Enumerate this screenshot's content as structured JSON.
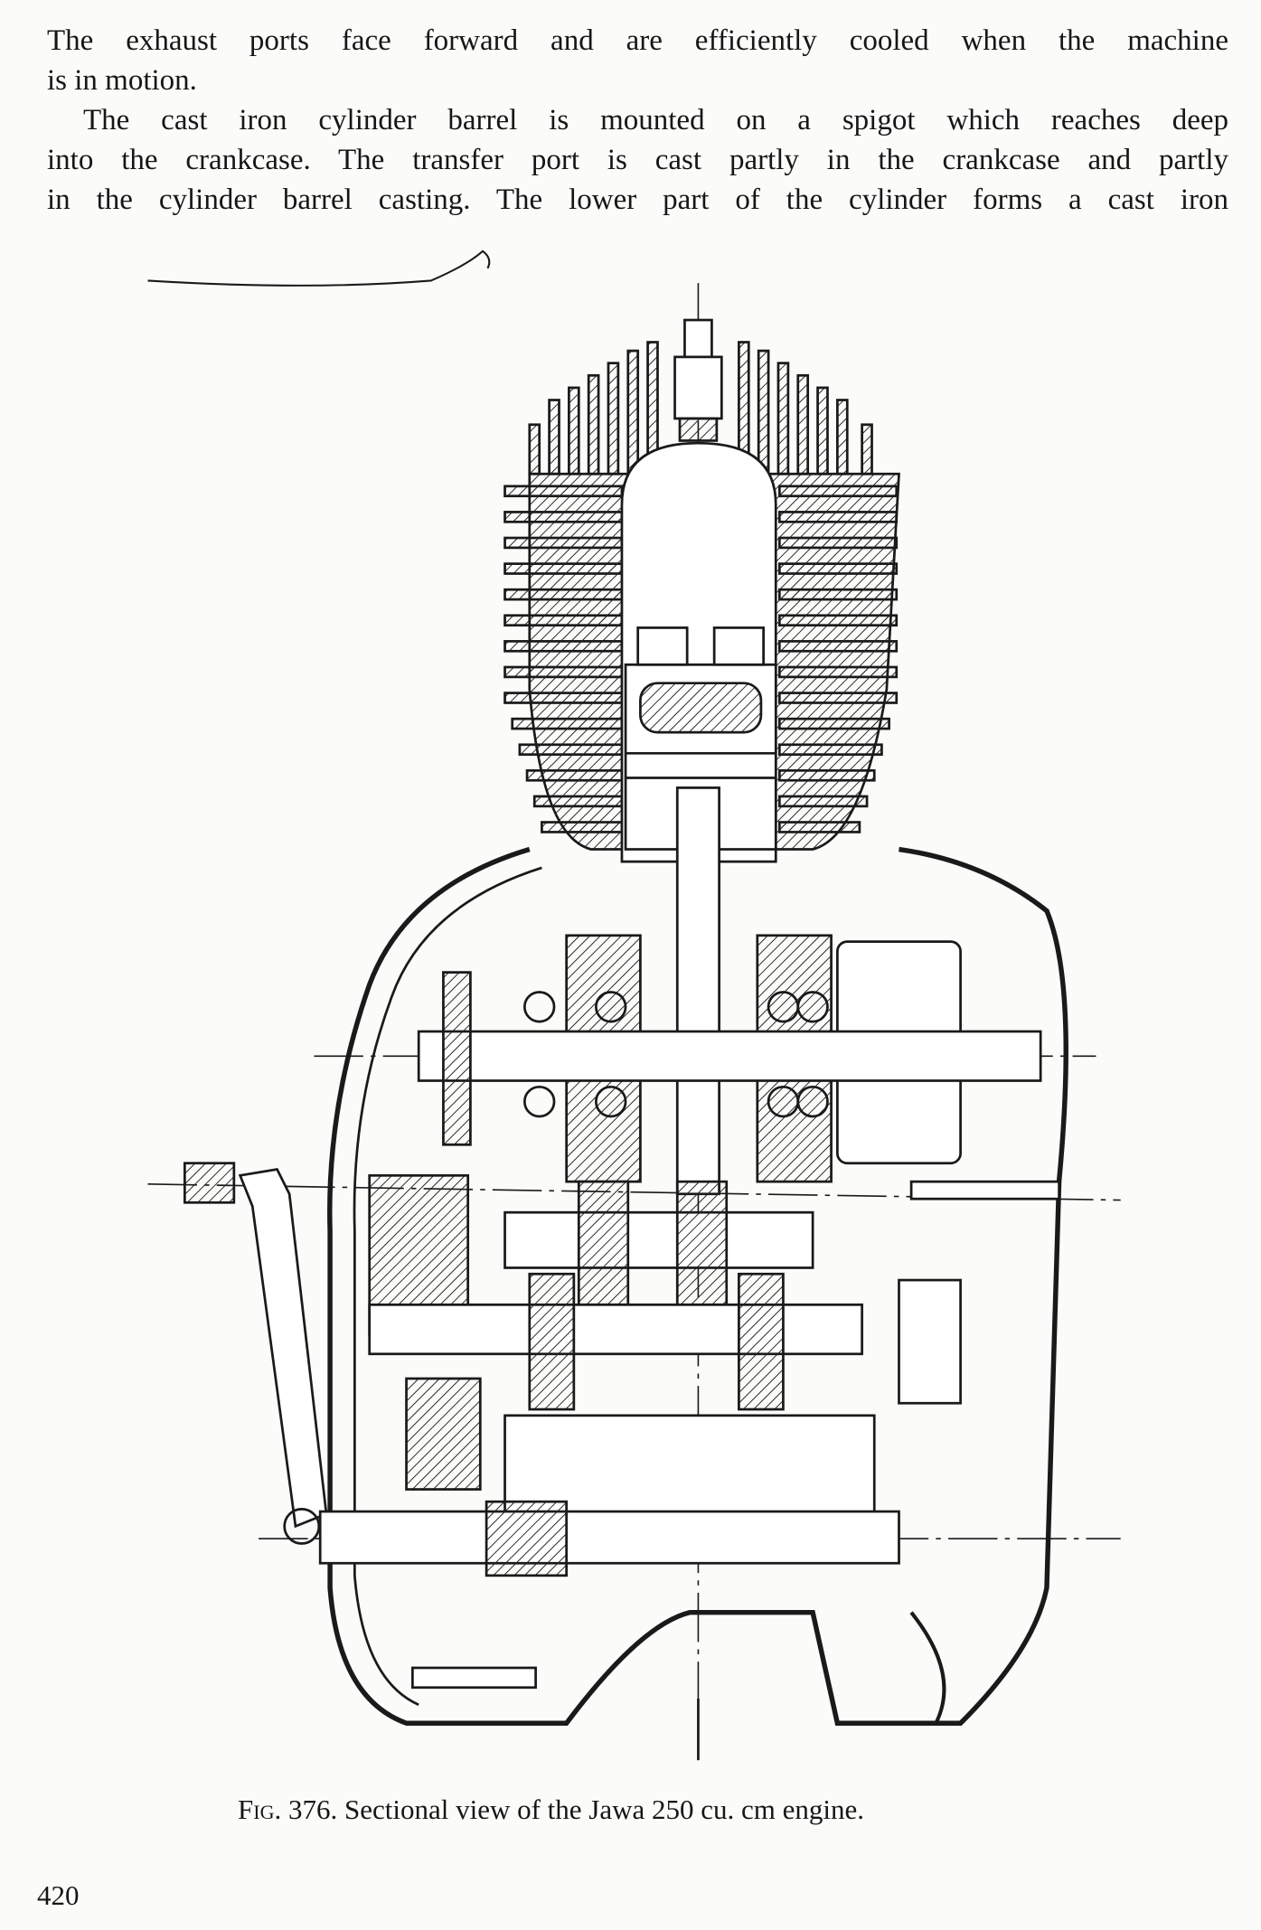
{
  "body_text": {
    "lines": [
      "The exhaust ports face forward and are efficiently cooled when the machine",
      "is in motion.",
      "The cast iron cylinder barrel is mounted on a spigot which reaches deep",
      "into the crankcase. The transfer port is cast partly in the crankcase and partly",
      "in the cylinder barrel casting. The lower part of the cylinder forms a cast iron"
    ]
  },
  "figure": {
    "label": "Fig.",
    "caption": " 376. Sectional view of the Jawa 250 cu. cm engine."
  },
  "page_number": "420"
}
